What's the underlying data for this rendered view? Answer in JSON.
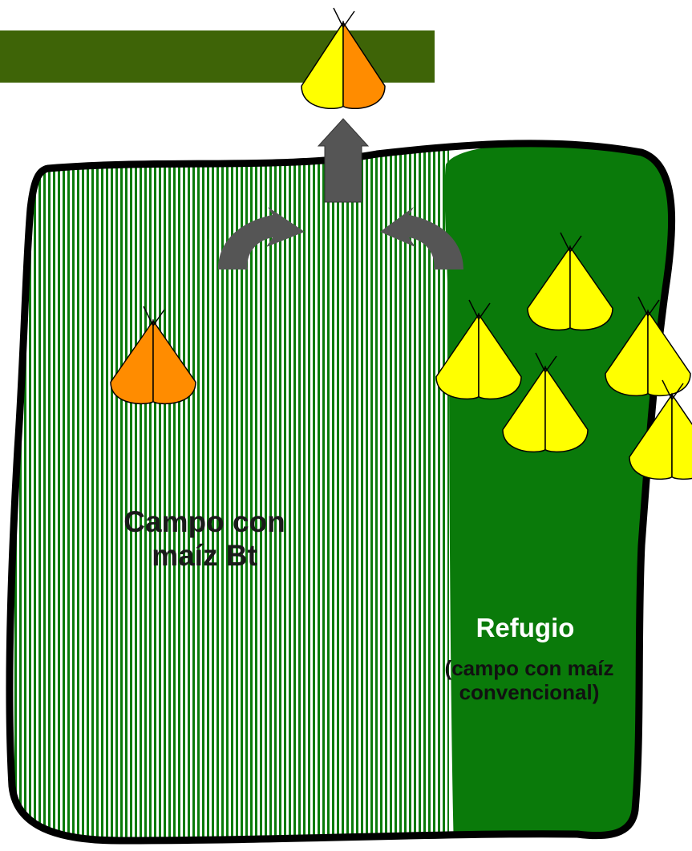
{
  "labels": {
    "bt_field_line1": "Campo con",
    "bt_field_line2": "maíz Bt",
    "refuge_title": "Refugio",
    "refuge_sub_line1": "(campo con maíz",
    "refuge_sub_line2": "convencional)"
  },
  "colors": {
    "top_bar": "#3e6407",
    "bt_stripe": "#0a7a0a",
    "refuge": "#0a7a0a",
    "border": "#000000",
    "arrow": "#555555",
    "moth_yellow": "#ffff00",
    "moth_orange": "#ff8c00"
  },
  "icons": [
    "moth-icon",
    "curved-arrow-icon",
    "up-arrow-icon"
  ],
  "moths": [
    {
      "name": "moth-hybrid-top",
      "left": "yellow",
      "right": "orange"
    },
    {
      "name": "moth-resistant-bt",
      "left": "orange",
      "right": "orange"
    },
    {
      "name": "moth-susceptible-1",
      "left": "yellow",
      "right": "yellow"
    },
    {
      "name": "moth-susceptible-2",
      "left": "yellow",
      "right": "yellow"
    },
    {
      "name": "moth-susceptible-3",
      "left": "yellow",
      "right": "yellow"
    },
    {
      "name": "moth-susceptible-4",
      "left": "yellow",
      "right": "yellow"
    },
    {
      "name": "moth-susceptible-5",
      "left": "yellow",
      "right": "yellow"
    }
  ]
}
